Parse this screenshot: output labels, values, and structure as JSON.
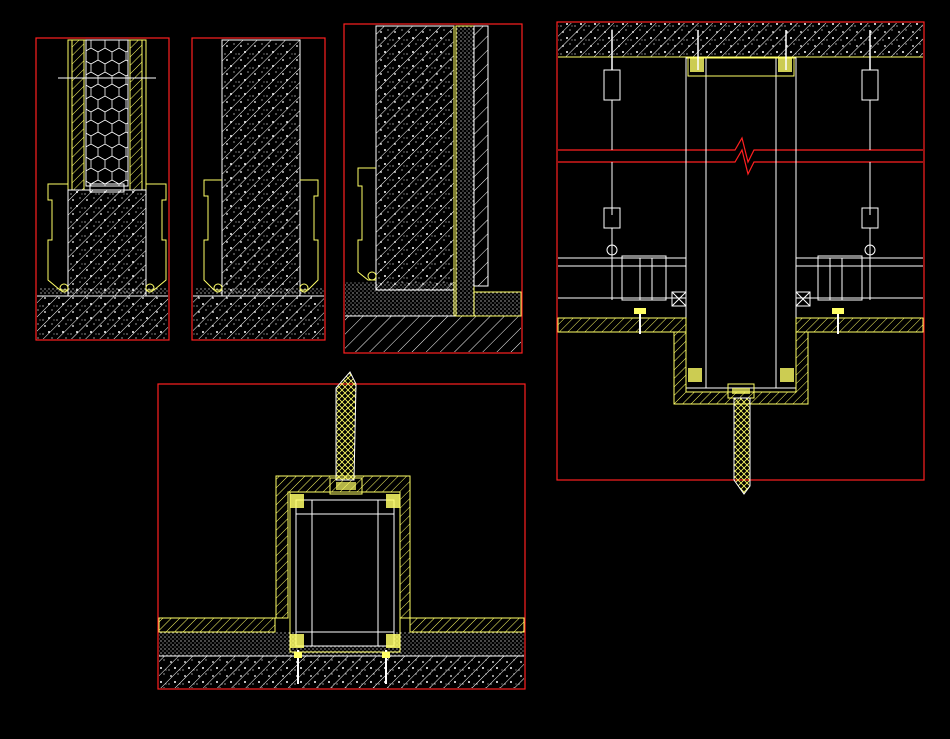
{
  "drawing": {
    "background": "#000000",
    "colors": {
      "frame": "#ff2020",
      "outline": "#ffffff",
      "finish": "#ffff66",
      "hatch": "#ffffff"
    },
    "details": [
      {
        "id": "wall-detail-honeycomb",
        "kind": "wall-base-section"
      },
      {
        "id": "wall-detail-solid",
        "kind": "wall-base-section"
      },
      {
        "id": "wall-detail-corner",
        "kind": "wall-corner-section"
      },
      {
        "id": "floor-pit-detail",
        "kind": "floor-recess-section"
      },
      {
        "id": "ceiling-beam-detail",
        "kind": "ceiling-suspension-section"
      }
    ]
  }
}
